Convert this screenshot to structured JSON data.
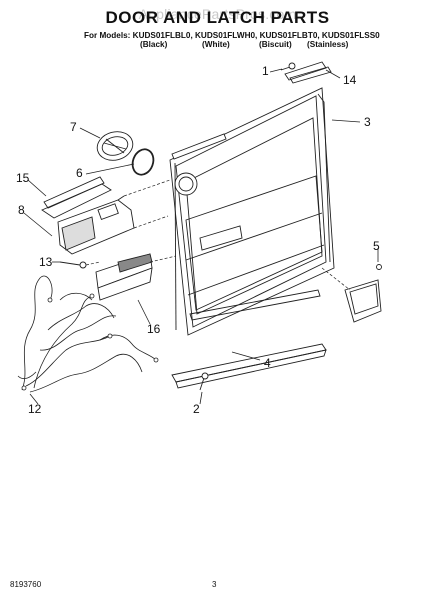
{
  "watermark": "AppliancePartsPros.com",
  "title": "DOOR AND LATCH PARTS",
  "models_line": "For Models: KUDS01FLBL0, KUDS01FLWH0, KUDS01FLBT0, KUDS01FLSS0",
  "variants": [
    "(Black)",
    "(White)",
    "(Biscuit)",
    "(Stainless)"
  ],
  "callouts": [
    "1",
    "14",
    "3",
    "7",
    "6",
    "15",
    "8",
    "5",
    "13",
    "16",
    "4",
    "12",
    "2"
  ],
  "footer": {
    "doc_number": "8193760",
    "page": "3"
  }
}
